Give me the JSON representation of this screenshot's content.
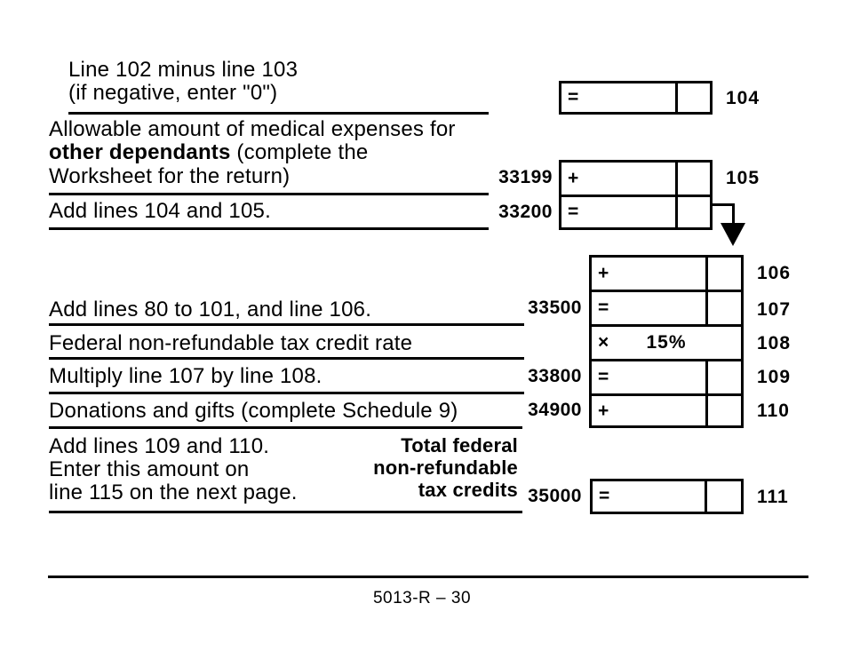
{
  "form": {
    "row104": {
      "desc1": "Line 102 minus line 103",
      "desc2": "(if negative, enter \"0\")",
      "operator": "=",
      "line_no": "104"
    },
    "row105": {
      "desc1": "Allowable amount of medical expenses for",
      "desc2_bold": "other dependants",
      "desc2_rest": " (complete the",
      "desc3": "Worksheet for the return)",
      "code": "33199",
      "operator": "+",
      "line_no": "105"
    },
    "row_add_104_105": {
      "desc": "Add lines 104 and 105.",
      "code": "33200",
      "operator": "="
    },
    "mid_rows": [
      {
        "operator": "+",
        "line_no": "106"
      },
      {
        "desc": "Add lines 80 to 101, and line 106.",
        "code": "33500",
        "operator": "=",
        "line_no": "107"
      },
      {
        "desc": "Federal non-refundable tax credit rate",
        "operator": "×",
        "rate": "15%",
        "line_no": "108"
      },
      {
        "desc": "Multiply line 107 by line 108.",
        "code": "33800",
        "operator": "=",
        "line_no": "109"
      },
      {
        "desc": "Donations and gifts (complete Schedule 9)",
        "code": "34900",
        "operator": "+",
        "line_no": "110"
      }
    ],
    "row111": {
      "desc1": "Add lines 109 and 110.",
      "desc2": "Enter this amount on",
      "desc3": "line 115 on the next page.",
      "total1": "Total federal",
      "total2": "non-refundable",
      "total3": "tax credits",
      "code": "35000",
      "operator": "=",
      "line_no": "111"
    },
    "footer": {
      "page_label": "5013-R – 30"
    },
    "colors": {
      "ink": "#000000",
      "paper": "#ffffff"
    }
  }
}
